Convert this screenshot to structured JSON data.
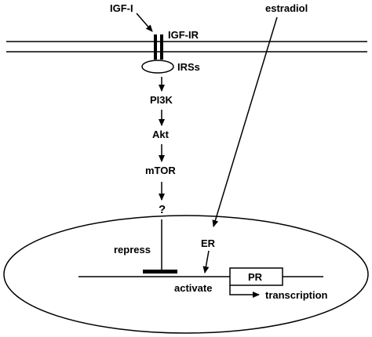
{
  "labels": {
    "ligand": "IGF-I",
    "receptor": "IGF-IR",
    "adaptor": "IRSs",
    "kinase1": "PI3K",
    "kinase2": "Akt",
    "kinase3": "mTOR",
    "unknown": "?",
    "hormone": "estradiol",
    "nuclear_receptor": "ER",
    "repress": "repress",
    "activate": "activate",
    "gene": "PR",
    "output": "transcription"
  },
  "colors": {
    "stroke": "#000000",
    "background": "#ffffff"
  }
}
